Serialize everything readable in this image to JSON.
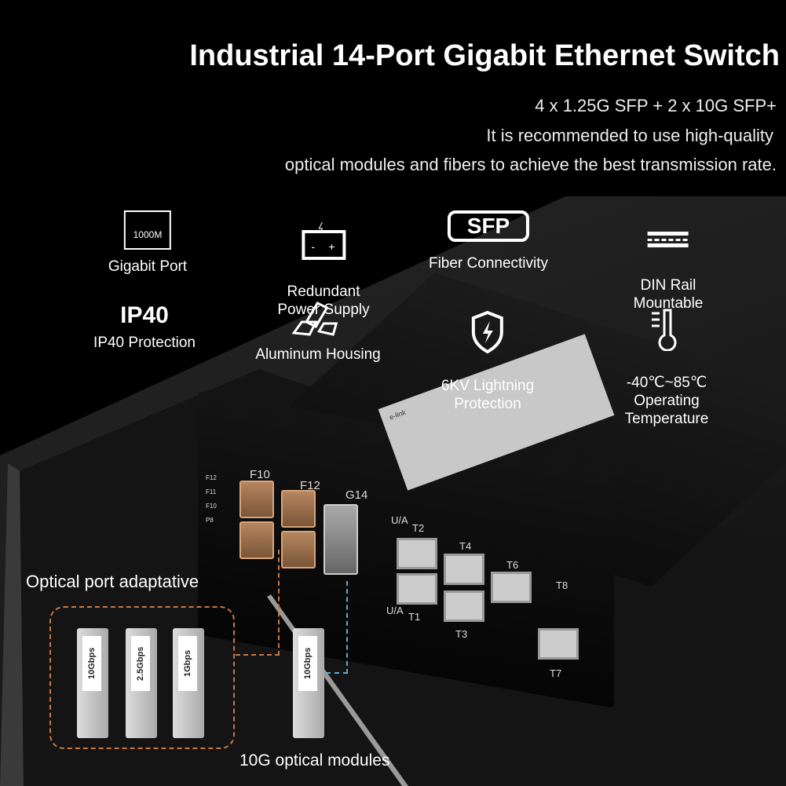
{
  "header": {
    "title": "Industrial 14-Port Gigabit Ethernet Switch",
    "lines": [
      "4 x 1.25G SFP + 2 x 10G SFP+",
      "It is recommended to use high-quality",
      "optical modules and fibers to achieve the best transmission rate."
    ]
  },
  "features": [
    {
      "icon": "rj45-port-icon",
      "icon_text": "1000M",
      "label": "Gigabit Port"
    },
    {
      "icon": "battery-icon",
      "label": "Redundant\nPower Supply"
    },
    {
      "icon": "sfp-icon",
      "icon_text": "SFP",
      "label": "Fiber Connectivity"
    },
    {
      "icon": "din-rail-icon",
      "label": "DIN Rail\nMountable"
    },
    {
      "icon_text": "IP40",
      "label": "IP40 Protection"
    },
    {
      "icon": "aluminum-ingots-icon",
      "label": "Aluminum Housing"
    },
    {
      "icon": "lightning-shield-icon",
      "label": "6KV Lightning\nProtection"
    },
    {
      "icon": "thermometer-icon",
      "label": "-40℃~85℃\nOperating Temperature"
    }
  ],
  "device": {
    "brand": "e-link",
    "ports_sfp": [
      "F10",
      "F12",
      "G14"
    ],
    "ports_rj": [
      "T1",
      "T2",
      "T3",
      "T4",
      "T6",
      "T7",
      "T8"
    ],
    "ua": "U/A",
    "leds": [
      "F12",
      "F11",
      "F10",
      "P8"
    ]
  },
  "modules": {
    "caption_top": "Optical port adaptative",
    "speeds": [
      "10Gbps",
      "2.5Gbps",
      "1Gbps"
    ],
    "single": "10Gbps",
    "caption_bottom": "10G optical modules"
  },
  "colors": {
    "accent_orange": "#c9773a",
    "accent_blue": "#5aaed0"
  }
}
